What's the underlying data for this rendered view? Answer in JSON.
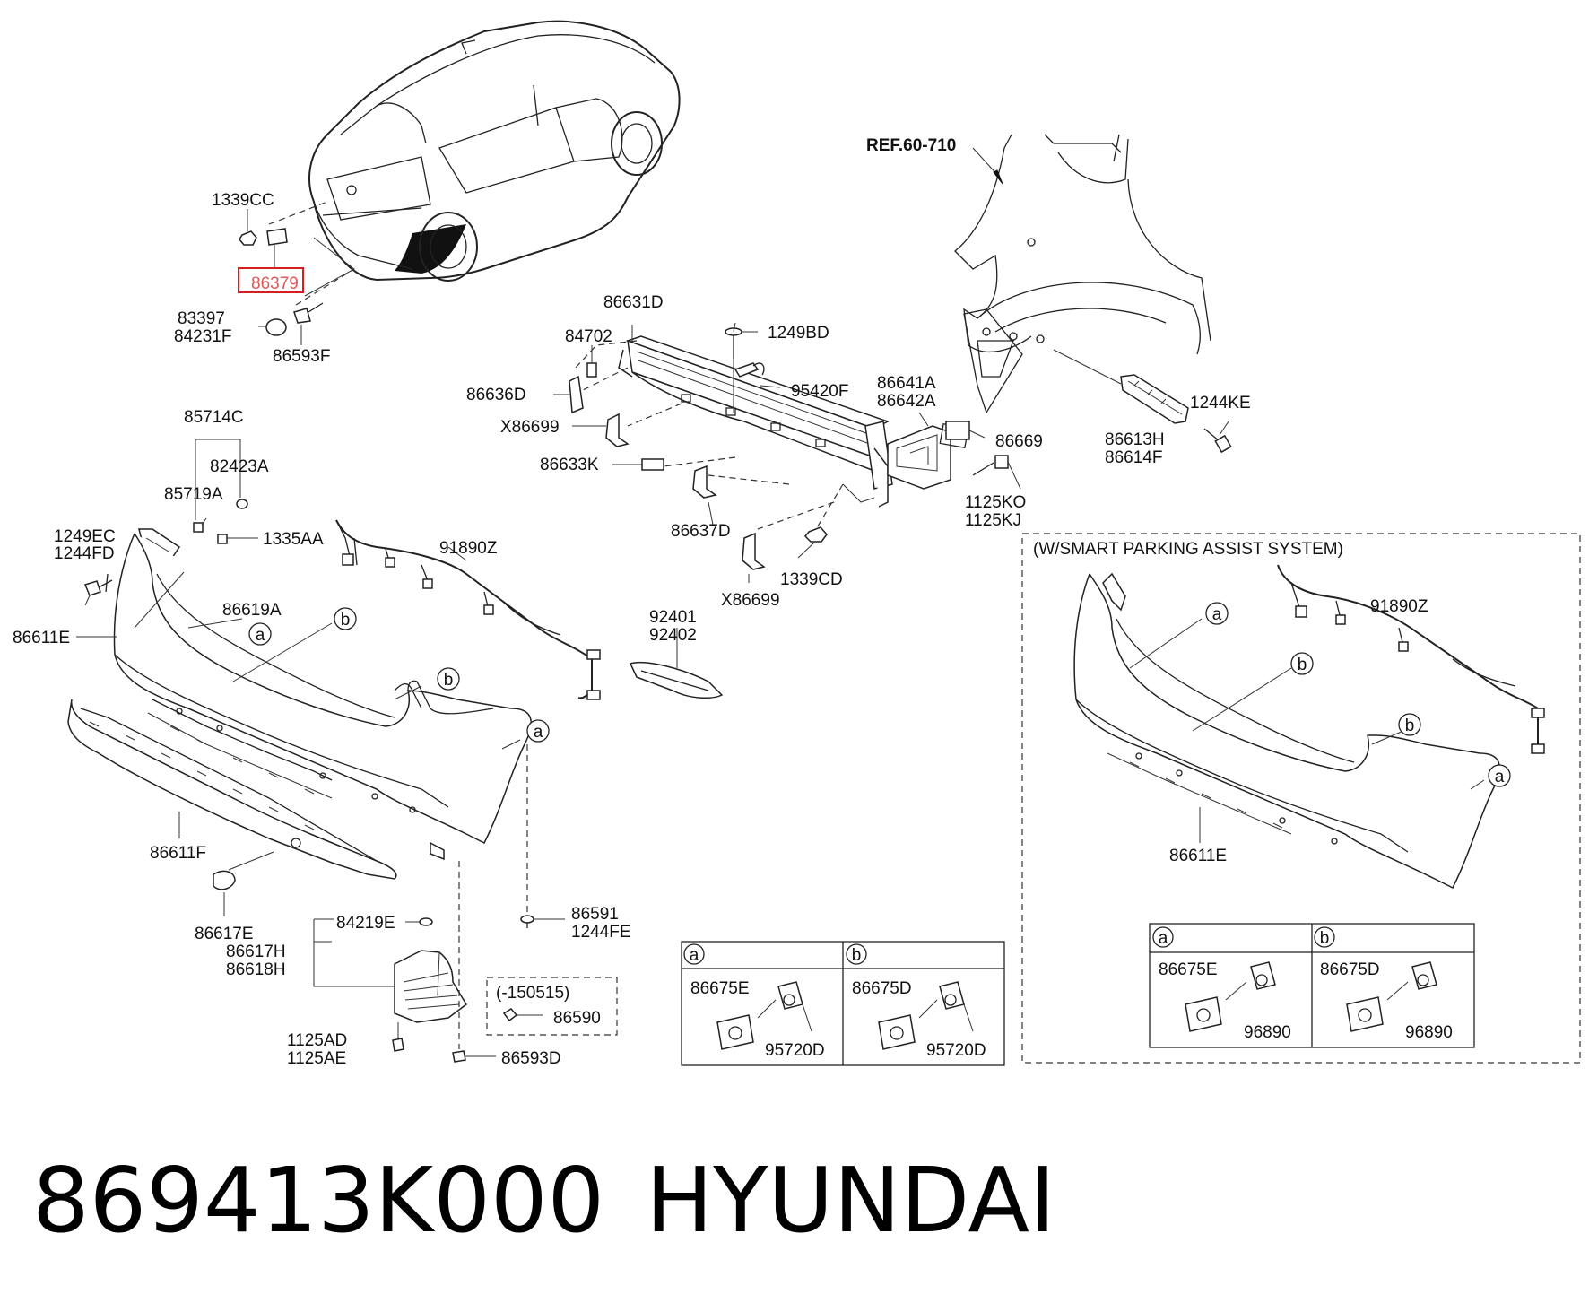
{
  "part_number": "869413K000",
  "brand": "HYUNDAI",
  "ref": "REF.60-710",
  "highlighted_part": "86379",
  "callouts": {
    "c1339CC": "1339CC",
    "c83397": "83397",
    "c84231F": "84231F",
    "c86593F": "86593F",
    "c86631D": "86631D",
    "c84702": "84702",
    "c1249BD": "1249BD",
    "c86636D": "86636D",
    "c95420F": "95420F",
    "c86641A": "86641A",
    "c86642A": "86642A",
    "cX86699a": "X86699",
    "c86633K": "86633K",
    "c86669": "86669",
    "c86613H": "86613H",
    "c86614F": "86614F",
    "c1244KE": "1244KE",
    "c85714C": "85714C",
    "c82423A": "82423A",
    "c85719A": "85719A",
    "c1249EC": "1249EC",
    "c1244FD": "1244FD",
    "c1335AA": "1335AA",
    "c91890Z": "91890Z",
    "c86637D": "86637D",
    "c1125KO": "1125KO",
    "c1125KJ": "1125KJ",
    "c86619A": "86619A",
    "c86611E": "86611E",
    "c1339CD": "1339CD",
    "cX86699b": "X86699",
    "c92401": "92401",
    "c92402": "92402",
    "c86611F": "86611F",
    "c86617E": "86617E",
    "c84219E": "84219E",
    "c86617H": "86617H",
    "c86618H": "86618H",
    "c86591": "86591",
    "c1244FE": "1244FE",
    "c150515": "(-150515)",
    "c86590": "86590",
    "c1125AD": "1125AD",
    "c1125AE": "1125AE",
    "c86593D": "86593D"
  },
  "smart_parking": {
    "title": "(W/SMART PARKING ASSIST SYSTEM)",
    "wiring": "91890Z",
    "bumper": "86611E"
  },
  "markers": {
    "a": "a",
    "b": "b"
  },
  "sensor_table_main": {
    "a_sensor": "86675E",
    "a_bracket": "95720D",
    "b_sensor": "86675D",
    "b_bracket": "95720D"
  },
  "sensor_table_spas": {
    "a_sensor": "86675E",
    "a_bracket": "96890",
    "b_sensor": "86675D",
    "b_bracket": "96890"
  }
}
